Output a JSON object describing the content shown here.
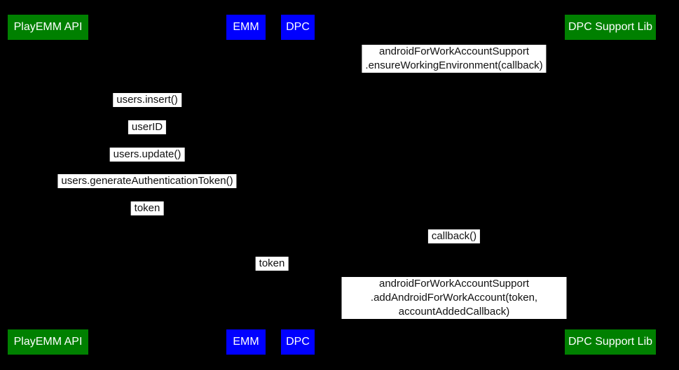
{
  "diagram": {
    "type": "sequence-diagram",
    "background_color": "#000000",
    "colors": {
      "actor_green": "#008000",
      "actor_blue": "#0000ff",
      "actor_text": "#ffffff",
      "label_background": "#ffffff",
      "label_text": "#111111"
    },
    "actors": {
      "playemm": "PlayEMM API",
      "emm": "EMM",
      "dpc": "DPC",
      "dpc_support": "DPC Support Lib"
    },
    "messages": {
      "ensure_environment": "androidForWorkAccountSupport\n.ensureWorkingEnvironment(callback)",
      "users_insert": "users.insert()",
      "user_id": "userID",
      "users_update": "users.update()",
      "generate_token": "users.generateAuthenticationToken()",
      "token_to_emm": "token",
      "callback": "callback()",
      "token_to_dpc": "token",
      "add_account": "androidForWorkAccountSupport\n.addAndroidForWorkAccount(token, accountAddedCallback)"
    }
  }
}
